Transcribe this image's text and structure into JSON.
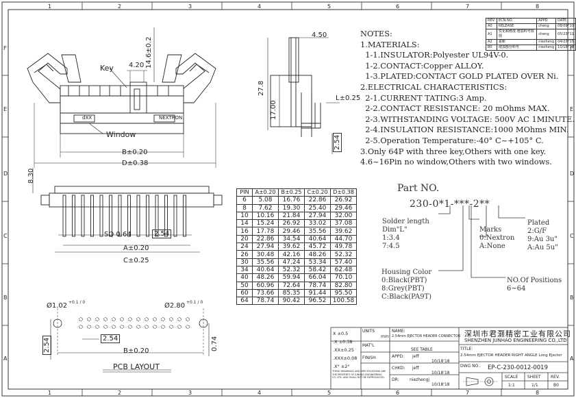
{
  "frame": {
    "col_labels": [
      "1",
      "2",
      "3",
      "4",
      "5",
      "6",
      "7",
      "8"
    ],
    "row_labels": [
      "F",
      "E",
      "D",
      "C",
      "B",
      "A"
    ]
  },
  "revision_table": {
    "headers": [
      "REV.",
      "ECN NO.",
      "APPD",
      "DATE"
    ],
    "rows": [
      [
        "A0",
        "RELEASE",
        "cheng",
        "08/09/'10"
      ],
      [
        "A1",
        "优化和修改 增加料号规则",
        "cheng",
        "05/23/'11"
      ],
      [
        "A2",
        "更新",
        "niezheng",
        "04/23/'15"
      ],
      [
        "B0",
        "增加部分料号",
        "niezheng",
        "10/18/'18"
      ]
    ]
  },
  "notes": [
    "NOTES:",
    "1.MATERIALS:",
    "  1-1.INSULATOR:Polyester UL94V-0.",
    "  1-2.CONTACT:Copper ALLOY.",
    "  1-3.PLATED:CONTACT GOLD PLATED OVER Ni.",
    "2.ELECTRICAL CHARACTERISTICS:",
    "  2-1.CURRENT TATING:3 Amp.",
    "  2-2.CONTACT RESISTANCE: 20 mOhms MAX.",
    "  2-3.WITHSTANDING VOLTAGE: 500V AC 1MINUTE.",
    "  2-4.INSULATION RESISTANCE:1000 MOhms MIN.",
    "  2-5.Operation Temperature:-40° C~+105° C.",
    "3.Only 64P with three key,Others with one key.",
    "4.6~16Pin no window,Others with two windows."
  ],
  "part_no": {
    "title": "Part NO.",
    "code": "230-0*1-***-2**",
    "solder": [
      "Solder length",
      "Dim\"L\"",
      "1:3.4",
      "7:4.5"
    ],
    "marks": [
      "Marks",
      "0:Nextron",
      "A:None"
    ],
    "plated": [
      "Plated",
      "2:G/F",
      "9:Au 3u\"",
      "A:Au 5u\""
    ],
    "housing": [
      "Housing Color",
      "0:Black(PBT)",
      "8:Grey(PBT)",
      "C:Black(PA9T)"
    ],
    "positions": [
      "NO.Of Positions",
      "6~64"
    ]
  },
  "dim_table": {
    "headers": [
      "PIN",
      "A±0.20",
      "B±0.25",
      "C±0.20",
      "D±0.38"
    ],
    "rows": [
      [
        "6",
        "5.08",
        "16.76",
        "22.86",
        "26.92"
      ],
      [
        "8",
        "7.62",
        "19.30",
        "25.40",
        "29.46"
      ],
      [
        "10",
        "10.16",
        "21.84",
        "27.94",
        "32.00"
      ],
      [
        "14",
        "15.24",
        "26.92",
        "33.02",
        "37.08"
      ],
      [
        "16",
        "17.78",
        "29.46",
        "35.56",
        "39.62"
      ],
      [
        "20",
        "22.86",
        "34.54",
        "40.64",
        "44.70"
      ],
      [
        "24",
        "27.94",
        "39.62",
        "45.72",
        "49.78"
      ],
      [
        "26",
        "30.48",
        "42.16",
        "48.26",
        "52.32"
      ],
      [
        "30",
        "35.56",
        "47.24",
        "53.34",
        "57.40"
      ],
      [
        "34",
        "40.64",
        "52.32",
        "58.42",
        "62.48"
      ],
      [
        "40",
        "48.26",
        "59.94",
        "66.04",
        "70.10"
      ],
      [
        "50",
        "60.96",
        "72.64",
        "78.74",
        "82.80"
      ],
      [
        "60",
        "73.66",
        "85.35",
        "91.44",
        "95.50"
      ],
      [
        "64",
        "78.74",
        "90.42",
        "96.52",
        "100.58"
      ]
    ]
  },
  "top_view": {
    "dim_top": "14.6±0.2",
    "dim_key": "4.20",
    "key_label": "Key",
    "window_label": "Window",
    "dim_b": "B±0.20",
    "dim_d": "D±0.38",
    "body_text_left": "dXX",
    "body_text_right": "NEXTRON"
  },
  "side_view": {
    "dim_width": "4.50",
    "dim_height": "27.8",
    "dim_inner": "17.00",
    "dim_l": "L±0.25",
    "dim_pitch": "2.54"
  },
  "front_view": {
    "dim_height": "8.30",
    "dim_sq": "SQ 0.64",
    "dim_pitch": "2.54",
    "dim_a": "A±0.20",
    "dim_c": "C±0.25"
  },
  "pcb": {
    "hole_small": "Ø1.02",
    "hole_small_tol": "+0.1 / 0",
    "hole_large": "Ø2.80",
    "hole_large_tol": "+0.1 / 0",
    "dim_pitch_h": "2.54",
    "dim_pitch_v": "2.54",
    "dim_b": "B±0.20",
    "dim_offset": "0.74",
    "title": "PCB  LAYOUT"
  },
  "title_block": {
    "tolerances": [
      "X   ±0.5",
      ".X   ±0.38",
      ".XX±0.25",
      ".XXX±0.08",
      ".X°  ±2°"
    ],
    "units_label": "UNITS",
    "units": "mm",
    "name_label": "NAME:",
    "name": "2.54mm EJECTOR HEADER CONNECTOR",
    "matl_label": "MAT'L",
    "matl": "SEE TABLE",
    "finish_label": "FINISH",
    "appd_label": "APPD:",
    "appd": "jeff",
    "appd_date": "10/18'18",
    "chkd_label": "CHKD:",
    "chkd": "jeff",
    "chkd_date": "10/18'18",
    "dr_label": "DR:",
    "dr": "niezhengj",
    "dr_date": "10/18'18",
    "disclaimer": "THESE DRAWINGS AND SPECIFICATIONS ARE THE PROPERTY OF JUNHAO ENGINEERING CO.,LTD. AND SHALL NOT BE REPRODUCED.",
    "company_cn": "深圳市君灏精密工业有限公司",
    "company_en": "SHENZHEN JUNHAO ENGINEERING CO.,LTD",
    "title_label": "TITLE:",
    "title": "2.54mm EJECTOR HEADER RIGHT ANGLE Long Ejector",
    "dwg_label": "DWG NO.:",
    "dwg": "EP-C-230-0012-0019",
    "scale_label": "SCALE",
    "scale": "1:1",
    "sheet_label": "SHEET",
    "sheet": "1/1",
    "rev_label": "REV.",
    "rev": "B0"
  }
}
